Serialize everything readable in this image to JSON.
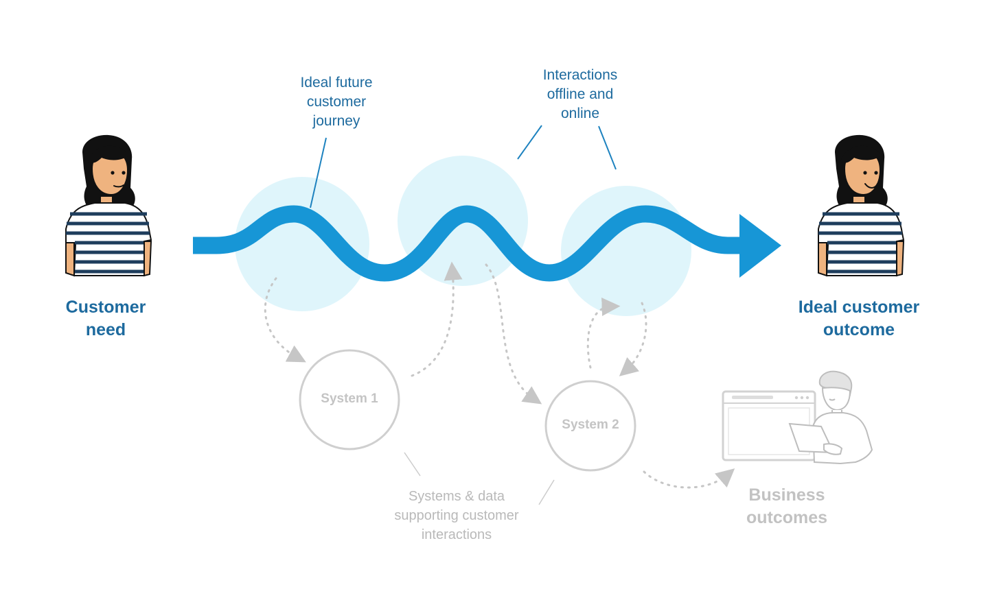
{
  "labels": {
    "ideal_future_journey": "Ideal future\ncustomer\njourney",
    "interactions": "Interactions\noffline and\nonline",
    "customer_need": "Customer\nneed",
    "ideal_outcome": "Ideal customer\noutcome",
    "systems_data": "Systems & data\nsupporting customer\ninteractions",
    "business_outcomes": "Business\noutcomes"
  },
  "systems": [
    {
      "label": "System 1"
    },
    {
      "label": "System 2"
    }
  ],
  "colors": {
    "journey_arrow": "#1796d6",
    "interaction_bubble": "#dff5fb",
    "label_blue": "#1d6a9e",
    "faded_grey": "#c8c8c8",
    "skin": "#efb37f",
    "hair": "#111111"
  },
  "icons": [
    "woman-customer-figure",
    "man-with-tablet-figure",
    "browser-window-icon"
  ]
}
